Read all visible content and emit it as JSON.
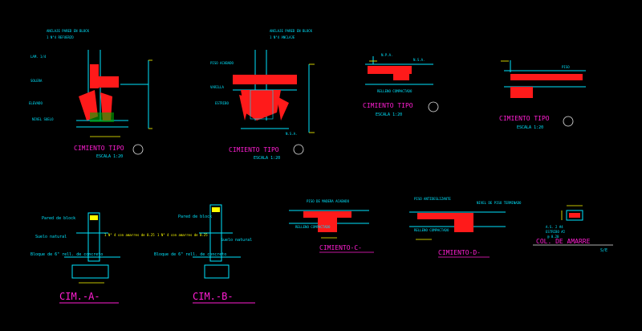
{
  "titles": {
    "cimiento_tipo_1": "CIMIENTO TIPO",
    "cimiento_tipo_2": "CIMIENTO TIPO",
    "cimiento_tipo_3": "CIMIENTO TIPO",
    "cimiento_tipo_4": "CIMIENTO TIPO",
    "cim_a": "CIM.-A-",
    "cim_b": "CIM.-B-",
    "cimiento_c": "CIMIENTO-C-",
    "cimiento_d": "CIMIENTO-D-",
    "col_amarre": "COL. DE AMARRE"
  },
  "scales": {
    "s1": "ESCALA 1:20",
    "s2": "ESCALA 1:20",
    "s3": "ESCALA 1:20",
    "s4": "ESCALA 1:20",
    "s5": "S/E"
  },
  "labels": {
    "relleno_compactado": "RELLENO COMPACTADO",
    "npa": "N.P.A.",
    "nsa": "N.S.A.",
    "pared_block": "Pared de block",
    "suelo_natural": "Suelo natural",
    "bloque_6": "Bloque de 6\" rell. de concreto",
    "ref": "1 N° 4 con amarres de 0.25",
    "piso_acabado": "PISO DE MADERA ACABADO",
    "piso_antideslizante": "PISO ANTIDESLIZANTE",
    "nivel_piso": "NIVEL DE PISO TERMINADO",
    "estribo": "ESTRIBO #2",
    "as": "A.S. 2 #4",
    "s20": "@ 0.20"
  },
  "colors": {
    "dims": "#ffff00",
    "lines": "#00e5ff",
    "concrete": "#ff1a1a",
    "titles": "#ff1ed2",
    "text": "#00e5ff"
  }
}
